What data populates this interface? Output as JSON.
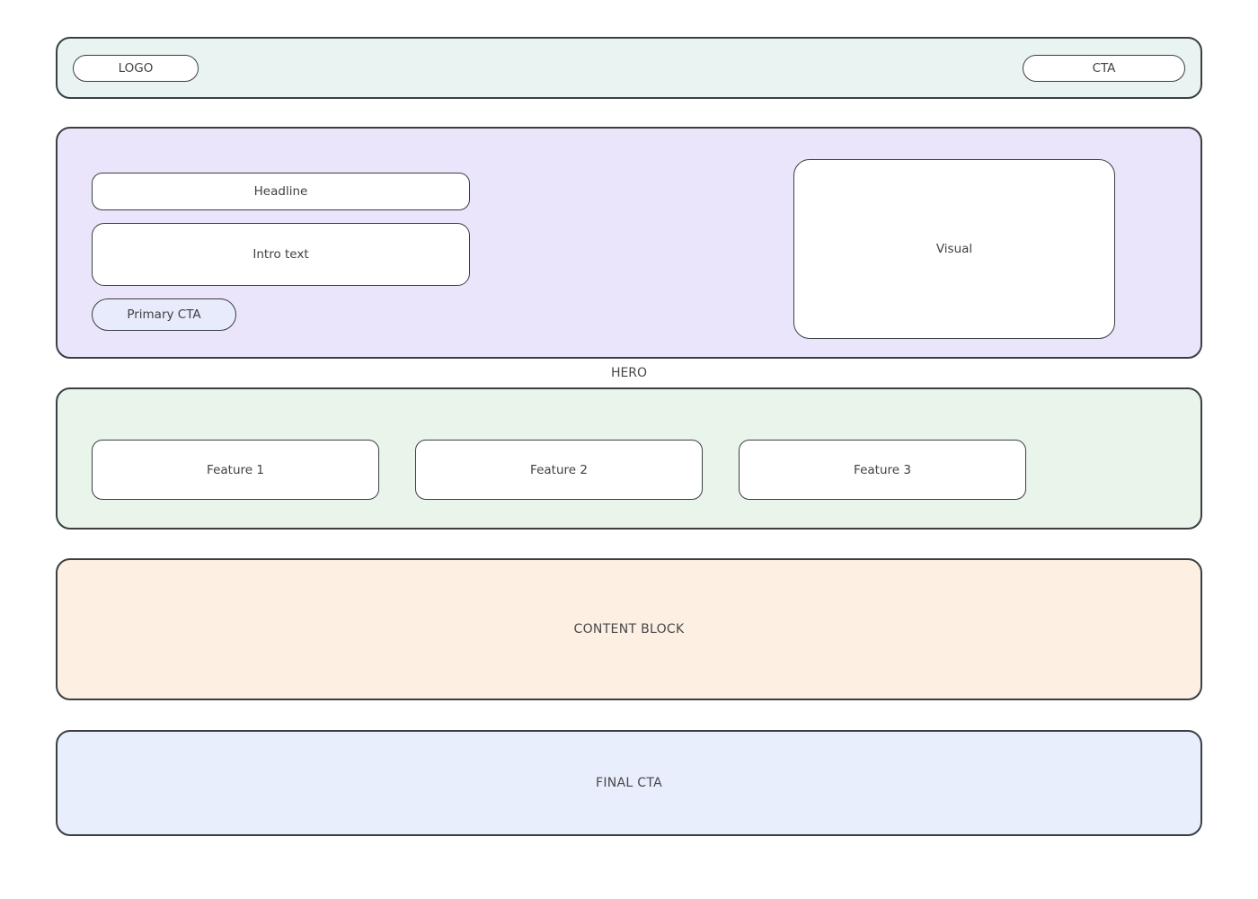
{
  "header": {
    "logo_label": "LOGO",
    "cta_label": "CTA"
  },
  "hero": {
    "label": "HERO",
    "headline_label": "Headline",
    "intro_label": "Intro text",
    "primary_cta_label": "Primary CTA",
    "visual_label": "Visual"
  },
  "features": {
    "items": [
      {
        "label": "Feature 1"
      },
      {
        "label": "Feature 2"
      },
      {
        "label": "Feature 3"
      }
    ]
  },
  "content_block": {
    "label": "CONTENT BLOCK"
  },
  "final_cta": {
    "label": "FINAL CTA"
  },
  "colors": {
    "border": "#3a3f44",
    "text": "#414141",
    "header_bg": "#e9f3f1",
    "hero_bg": "#eae5fb",
    "primary_cta_bg": "#e7ebfc",
    "features_bg": "#e9f4ea",
    "content_block_bg": "#fdf0e3",
    "final_cta_bg": "#e8eefb",
    "placeholder_bg": "#ffffff"
  }
}
